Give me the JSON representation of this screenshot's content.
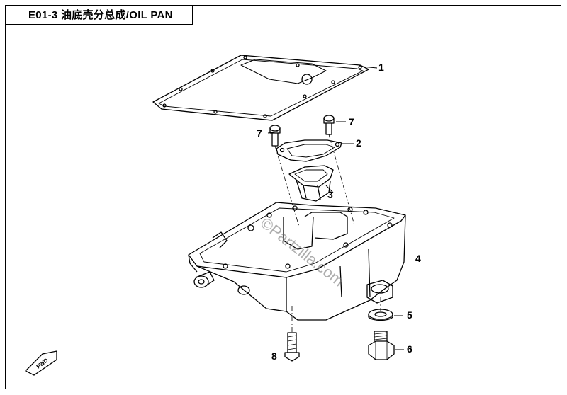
{
  "header": {
    "title": "E01-3  油底壳分总成/OIL PAN"
  },
  "callouts": [
    "1",
    "2",
    "3",
    "4",
    "5",
    "6",
    "7",
    "7",
    "8"
  ],
  "watermark": "©Partzilla.com",
  "direction_badge": "FWD"
}
